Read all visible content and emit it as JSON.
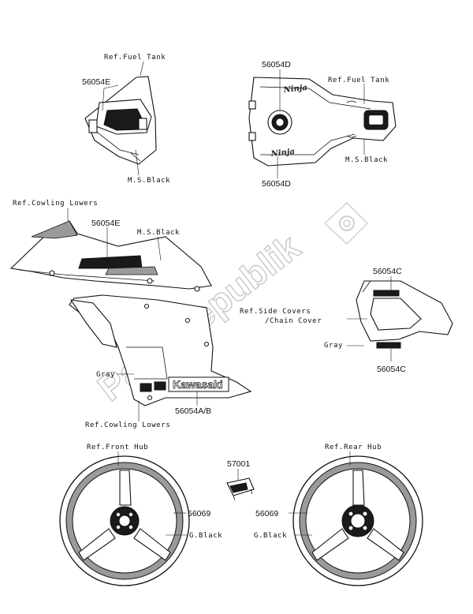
{
  "watermark": "PartsRepublik",
  "labels": {
    "ref_fuel_tank_1": "Ref.Fuel Tank",
    "ref_fuel_tank_2": "Ref.Fuel Tank",
    "part_56054E_1": "56054E",
    "part_56054D_top": "56054D",
    "part_56054D_bottom": "56054D",
    "ms_black_1": "M.S.Black",
    "ms_black_2": "M.S.Black",
    "ms_black_3": "M.S.Black",
    "ref_cowling_lowers_1": "Ref.Cowling Lowers",
    "part_56054E_2": "56054E",
    "ref_side_covers": "Ref.Side Covers",
    "chain_cover": "/Chain Cover",
    "part_56054C_top": "56054C",
    "gray_1": "Gray",
    "part_56054C_bottom": "56054C",
    "gray_2": "Gray",
    "part_56054AB": "56054A/B",
    "ref_cowling_lowers_2": "Ref.Cowling Lowers",
    "ref_front_hub": "Ref.Front Hub",
    "ref_rear_hub": "Ref.Rear Hub",
    "part_57001": "57001",
    "part_56069_front": "56069",
    "part_56069_rear": "56069",
    "g_black_front": "G.Black",
    "g_black_rear": "G.Black"
  },
  "decals": {
    "kawasaki": "Kawasaki",
    "ninja_1": "Ninja",
    "ninja_2": "Ninja"
  },
  "icons": {
    "corner_logo": "gear-icon"
  }
}
